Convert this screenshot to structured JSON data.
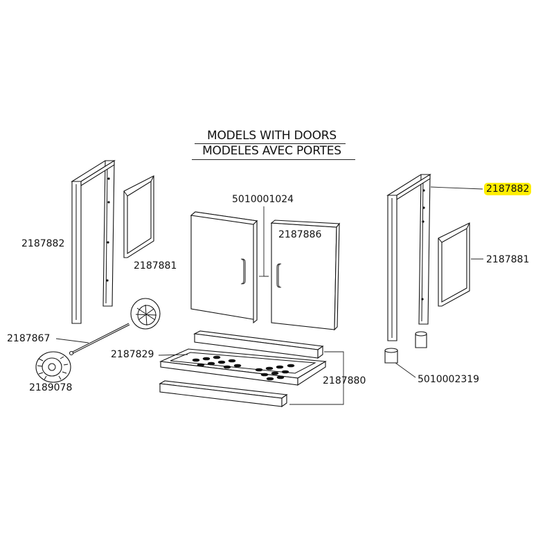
{
  "title": {
    "line1": "MODELS WITH DOORS",
    "line2": "MODELES AVEC PORTES"
  },
  "highlight_color": "#ffee00",
  "parts": [
    {
      "id": "left-frame",
      "label": "2187882"
    },
    {
      "id": "left-side-panel",
      "label": "2187881"
    },
    {
      "id": "door-handles",
      "label": "5010001024"
    },
    {
      "id": "right-door",
      "label": "2187886"
    },
    {
      "id": "right-frame",
      "label": "2187882",
      "highlighted": true
    },
    {
      "id": "right-side-panel",
      "label": "2187881"
    },
    {
      "id": "axle",
      "label": "2187867"
    },
    {
      "id": "bottom-shelf",
      "label": "2187829"
    },
    {
      "id": "wheel",
      "label": "2189078"
    },
    {
      "id": "cross-rails",
      "label": "2187880"
    },
    {
      "id": "leveling-feet",
      "label": "5010002319"
    }
  ]
}
